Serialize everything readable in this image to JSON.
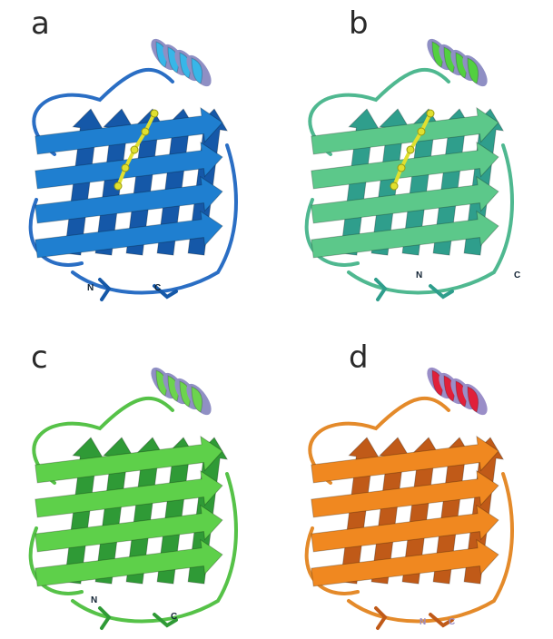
{
  "panels": [
    {
      "letter": "a",
      "n_label": "N",
      "c_label": "C",
      "colors": {
        "sheet": "#1f7fd0",
        "sheet_dark": "#1558a8",
        "helix": "#38b6e8",
        "helix_back": "#8f8fc4",
        "loop": "#2a6ec4",
        "ligand": "#e0e030"
      }
    },
    {
      "letter": "b",
      "n_label": "N",
      "c_label": "C",
      "colors": {
        "sheet": "#5cc88a",
        "sheet_dark": "#2f9e8c",
        "helix": "#52d040",
        "helix_back": "#8f8fc4",
        "loop": "#4fb890",
        "ligand": "#e0e030"
      }
    },
    {
      "letter": "c",
      "n_label": "N",
      "c_label": "C",
      "colors": {
        "sheet": "#5ed04a",
        "sheet_dark": "#2f9a36",
        "helix": "#6cd44e",
        "helix_back": "#9090c4",
        "loop": "#56c248"
      }
    },
    {
      "letter": "d",
      "n_label": "N",
      "c_label": "C",
      "colors": {
        "sheet": "#f08820",
        "sheet_dark": "#c05a18",
        "helix": "#e0203a",
        "helix_back": "#9a8ec8",
        "loop": "#e48a2a"
      }
    }
  ]
}
